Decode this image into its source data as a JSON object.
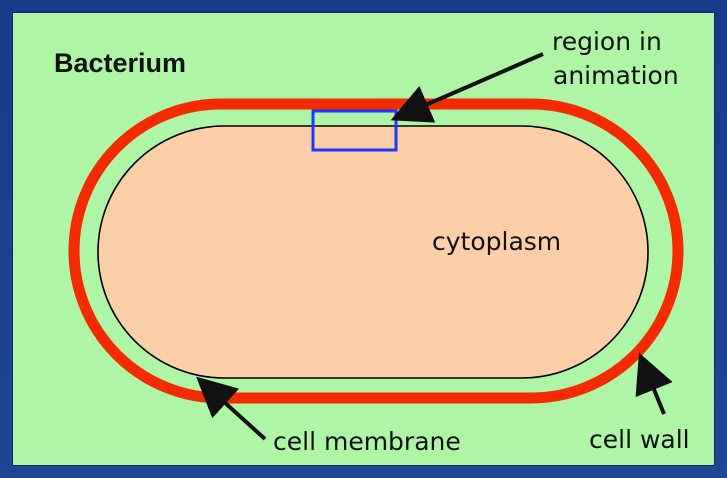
{
  "diagram": {
    "title": "Bacterium",
    "labels": {
      "region_line1": "region in",
      "region_line2": "animation",
      "cytoplasm": "cytoplasm",
      "cell_membrane": "cell membrane",
      "cell_wall": "cell wall"
    },
    "colors": {
      "background_frame": "#1f3f8f",
      "panel": "#aef5a6",
      "cell_wall": "#f42a00",
      "cytoplasm": "#fccfa8",
      "membrane": "#000000",
      "region_box": "#1e37ff",
      "text": "#111111"
    }
  }
}
